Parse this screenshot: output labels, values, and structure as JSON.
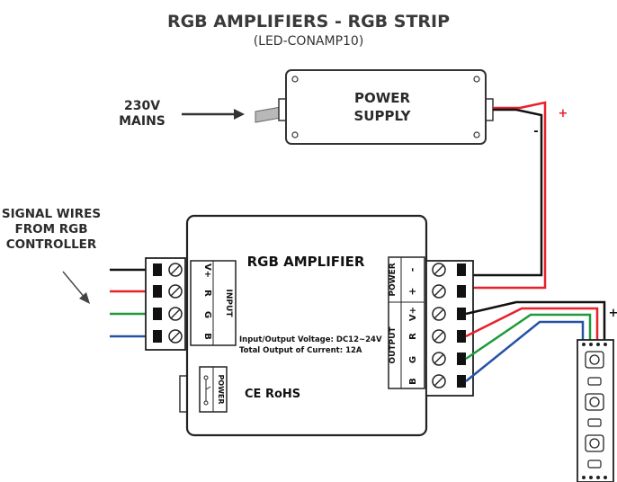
{
  "title": "RGB AMPLIFIERS - RGB STRIP",
  "subtitle": "(LED-CONAMP10)",
  "mains_label_line1": "230V",
  "mains_label_line2": "MAINS",
  "power_supply_line1": "POWER",
  "power_supply_line2": "SUPPLY",
  "psu_plus": "+",
  "psu_minus": "-",
  "signal_label_line1": "SIGNAL WIRES",
  "signal_label_line2": "FROM RGB",
  "signal_label_line3": "CONTROLLER",
  "amplifier_title": "RGB AMPLIFIER",
  "input_group_label": "INPUT",
  "input_terminals": [
    "V+",
    "R",
    "G",
    "B"
  ],
  "power_group_label": "POWER",
  "power_terminals": [
    "-",
    "+"
  ],
  "output_group_label": "OUTPUT",
  "output_terminals": [
    "V+",
    "R",
    "G",
    "B"
  ],
  "spec_line1": "Input/Output Voltage: DC12~24V",
  "spec_line2": "Total Output of Current: 12A",
  "power_switch_label": "POWER",
  "cert_label": "CE RoHS",
  "strip_plus": "+",
  "colors": {
    "red": "#e8202a",
    "green": "#1e9a3c",
    "blue": "#2452a6",
    "black": "#111111",
    "outline": "#222222"
  }
}
